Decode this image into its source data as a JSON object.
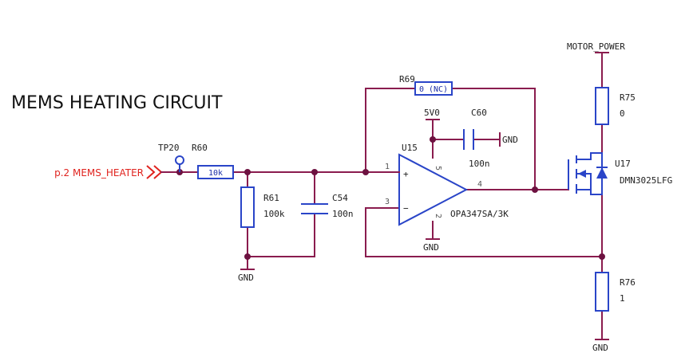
{
  "title": "MEMS HEATING CIRCUIT",
  "offpage_connector": "p.2 MEMS_HEATER",
  "power_rail": "MOTOR_POWER",
  "testpoint": {
    "ref": "TP20"
  },
  "resistors": {
    "r60": {
      "ref": "R60",
      "value": "10k"
    },
    "r61": {
      "ref": "R61",
      "value": "100k"
    },
    "r69": {
      "ref": "R69",
      "value": "0 (NC)"
    },
    "r75": {
      "ref": "R75",
      "value": "0"
    },
    "r76": {
      "ref": "R76",
      "value": "1"
    }
  },
  "capacitors": {
    "c54": {
      "ref": "C54",
      "value": "100n"
    },
    "c60": {
      "ref": "C60",
      "value": "100n"
    }
  },
  "opamp": {
    "ref": "U15",
    "part": "OPA347SA/3K",
    "supply": "5V0",
    "pins": {
      "noninv": "1",
      "inv": "3",
      "out": "4",
      "vplus": "5",
      "vminus": "2"
    },
    "plus_sign": "+",
    "minus_sign": "−"
  },
  "mosfet": {
    "ref": "U17",
    "part": "DMN3025LFG"
  },
  "ground_label": "GND",
  "colors": {
    "wire": "#8a1c4e",
    "component": "#2a45c8",
    "junction": "#6d1240",
    "net_label_red": "#e0231e"
  }
}
